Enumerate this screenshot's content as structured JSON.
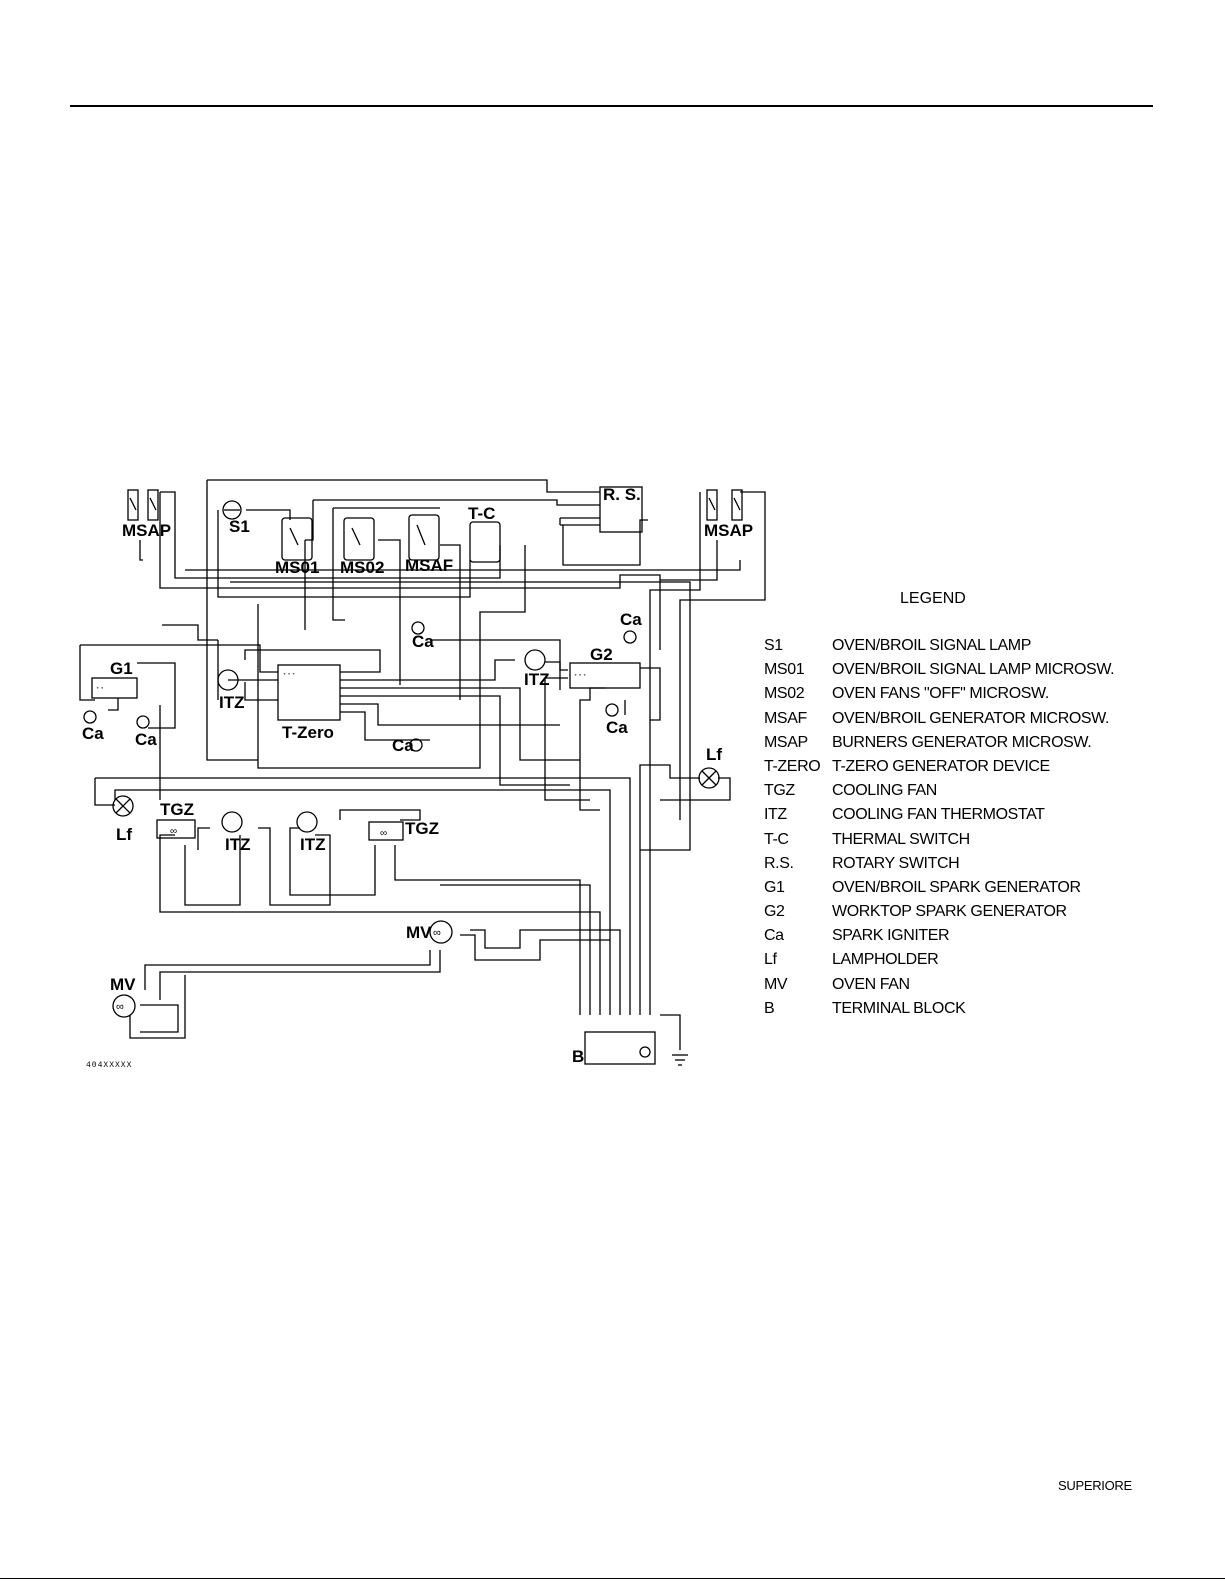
{
  "diagram": {
    "components": {
      "msap_left": "MSAP",
      "msap_right": "MSAP",
      "s1": "S1",
      "ms01": "MS01",
      "ms02": "MS02",
      "msaf": "MSAF",
      "tc": "T-C",
      "rs": "R. S.",
      "g1": "G1",
      "g2": "G2",
      "tzero": "T-Zero",
      "ca_top_mid": "Ca",
      "ca_right_top": "Ca",
      "ca_left_1": "Ca",
      "ca_left_2": "Ca",
      "ca_mid": "Ca",
      "ca_right_bottom": "Ca",
      "itz_1": "ITZ",
      "itz_2": "ITZ",
      "itz_3": "ITZ",
      "itz_4": "ITZ",
      "tgz_1": "TGZ",
      "tgz_2": "TGZ",
      "lf_left": "Lf",
      "lf_right": "Lf",
      "mv_1": "MV",
      "mv_2": "MV",
      "b": "B"
    },
    "drawing_number": "404XXXXX"
  },
  "legend": {
    "title": "LEGEND",
    "items": [
      {
        "code": "S1",
        "desc": "OVEN/BROIL SIGNAL LAMP"
      },
      {
        "code": "MS01",
        "desc": "OVEN/BROIL SIGNAL LAMP MICROSW."
      },
      {
        "code": "MS02",
        "desc": "OVEN FANS \"OFF\" MICROSW."
      },
      {
        "code": "MSAF",
        "desc": "OVEN/BROIL GENERATOR MICROSW."
      },
      {
        "code": "MSAP",
        "desc": "BURNERS GENERATOR MICROSW."
      },
      {
        "code": "T-ZERO",
        "desc": "T-ZERO GENERATOR DEVICE"
      },
      {
        "code": "TGZ",
        "desc": "COOLING FAN"
      },
      {
        "code": "ITZ",
        "desc": "COOLING FAN THERMOSTAT"
      },
      {
        "code": "T-C",
        "desc": "THERMAL SWITCH"
      },
      {
        "code": "R.S.",
        "desc": "ROTARY SWITCH"
      },
      {
        "code": "G1",
        "desc": "OVEN/BROIL SPARK GENERATOR"
      },
      {
        "code": "G2",
        "desc": "WORKTOP SPARK GENERATOR"
      },
      {
        "code": "Ca",
        "desc": "SPARK IGNITER"
      },
      {
        "code": "Lf",
        "desc": "LAMPHOLDER"
      },
      {
        "code": "MV",
        "desc": "OVEN FAN"
      },
      {
        "code": "B",
        "desc": "TERMINAL BLOCK"
      }
    ]
  },
  "footer": {
    "brand": "SUPERIORE"
  }
}
